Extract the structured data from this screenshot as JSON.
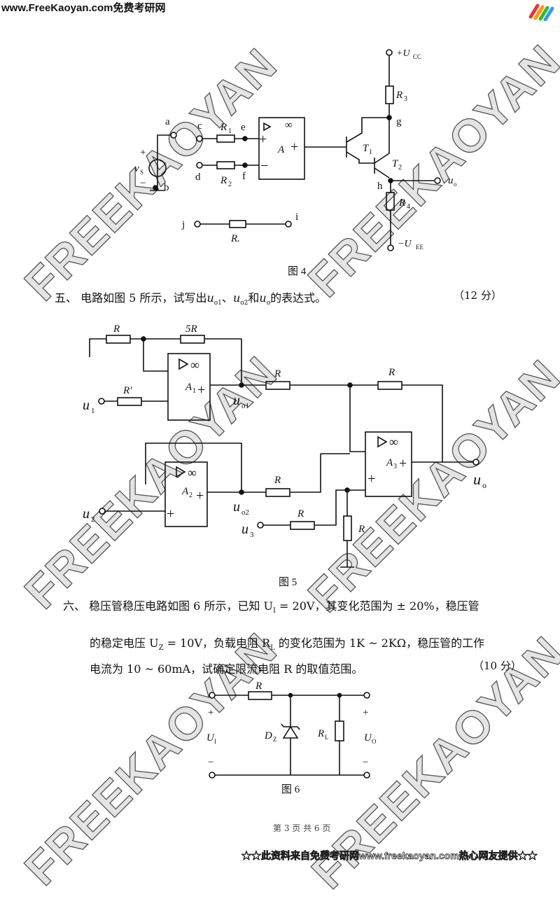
{
  "header": {
    "site": "www.FreeKaoyan.com免费考研网"
  },
  "watermark": "FREEKAOYAN",
  "fig4": {
    "caption": "图 4",
    "nodes": [
      "a",
      "b",
      "c",
      "d",
      "e",
      "f",
      "g",
      "h",
      "i",
      "j"
    ],
    "R1": "R",
    "R1s": "1",
    "R2": "R",
    "R2s": "2",
    "R3": "R",
    "R3s": "3",
    "R4": "R",
    "R4s": "4",
    "R": "R.",
    "A": "A",
    "inf": "∞",
    "T1": "T",
    "T1s": "1",
    "T2": "T",
    "T2s": "2",
    "vs": "v",
    "vss": "S",
    "plus": "+",
    "minus": "−",
    "ucc": "+U",
    "uccs": "CC",
    "uee": "−U",
    "uees": "EE",
    "uo": "u",
    "uos": "o"
  },
  "q5": {
    "text_a": "五、 电路如图 5 所示，试写出",
    "uo1": "u",
    "uo1s": "o1",
    "sep": "、",
    "uo2": "u",
    "uo2s": "o2",
    "and": "和",
    "uo": "u",
    "uos": "o",
    "text_b": "的表达式。",
    "score": "（12 分）"
  },
  "fig5": {
    "caption": "图 5",
    "R": "R",
    "R5": "5R",
    "Rp": "R'",
    "A1": "A",
    "A1s": "1",
    "A2": "A",
    "A2s": "2",
    "A3": "A",
    "A3s": "3",
    "inf": "∞",
    "u1": "u",
    "u1s": "1",
    "u2": "u",
    "u2s": "2",
    "u3": "u",
    "u3s": "3",
    "uo1": "u",
    "uo1s": "o1",
    "uo2": "u",
    "uo2s": "o2",
    "uo": "u",
    "uos": "o"
  },
  "q6": {
    "line1": "六、 稳压管稳压电路如图 6 所示，已知 U",
    "line1b": "I",
    "line1c": " = 20V，其变化范围为 ± 20%，稳压管",
    "line2": "的稳定电压 U",
    "line2b": "Z",
    "line2c": " = 10V，负载电阻 R",
    "line2d": "L",
    "line2e": " 的变化范围为 1K ~ 2KΩ，稳压管的工作",
    "line3": "电流为 10 ~ 60mA，试确定限流电阻 R 的取值范围。",
    "score": "（10 分）"
  },
  "fig6": {
    "caption": "图 6",
    "R": "R",
    "DZ": "D",
    "DZs": "Z",
    "RL": "R",
    "RLs": "L",
    "UI": "U",
    "UIs": "I",
    "UO": "U",
    "UOs": "O",
    "plus": "+",
    "minus": "−"
  },
  "footer": {
    "page": "第 3 页  共 6 页"
  },
  "banner": "★★此资料来自免费考研网www.freekaoyan.com热心网友提供★★"
}
